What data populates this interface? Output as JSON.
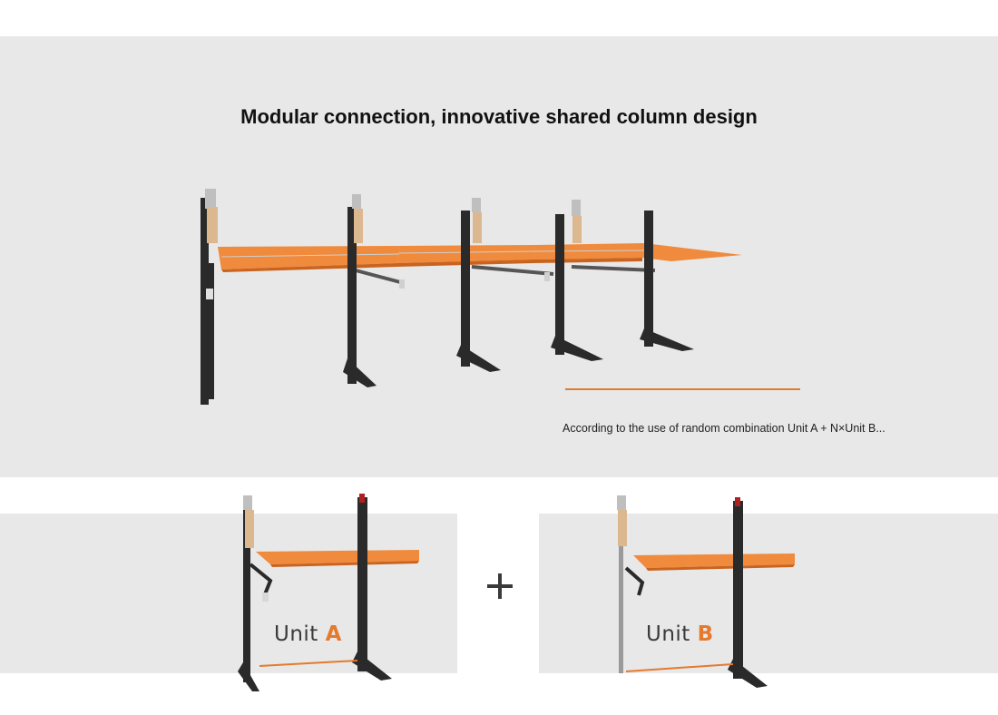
{
  "headline": "Modular connection, innovative shared column design",
  "caption": "According to the use of random combination Unit A + N×Unit B...",
  "unit_a": {
    "label_word": "Unit",
    "label_letter": "A"
  },
  "unit_b": {
    "label_word": "Unit",
    "label_letter": "B"
  },
  "plus_symbol": "plus-icon",
  "colors": {
    "accent": "#e47a2e",
    "panel": "#e8e8e8",
    "column": "#2a2a2a",
    "platform": "#f08a3c"
  }
}
